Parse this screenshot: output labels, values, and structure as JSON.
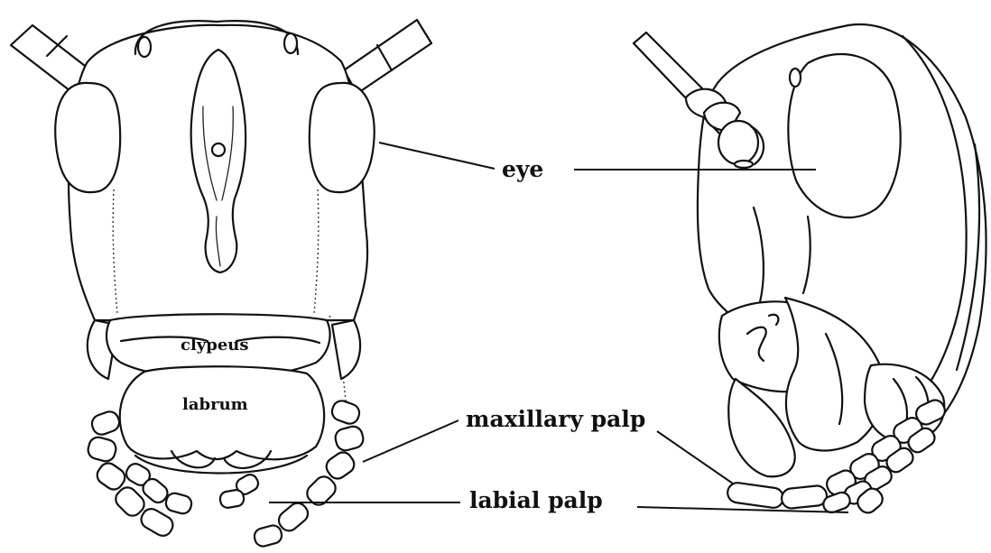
{
  "labels": {
    "eye": "eye",
    "clypeus": "clypeus",
    "labrum": "labrum",
    "maxillary_palp": "maxillary palp",
    "labial_palp": "labial palp"
  },
  "colors": {
    "line": "#111111",
    "background": "#ffffff"
  }
}
